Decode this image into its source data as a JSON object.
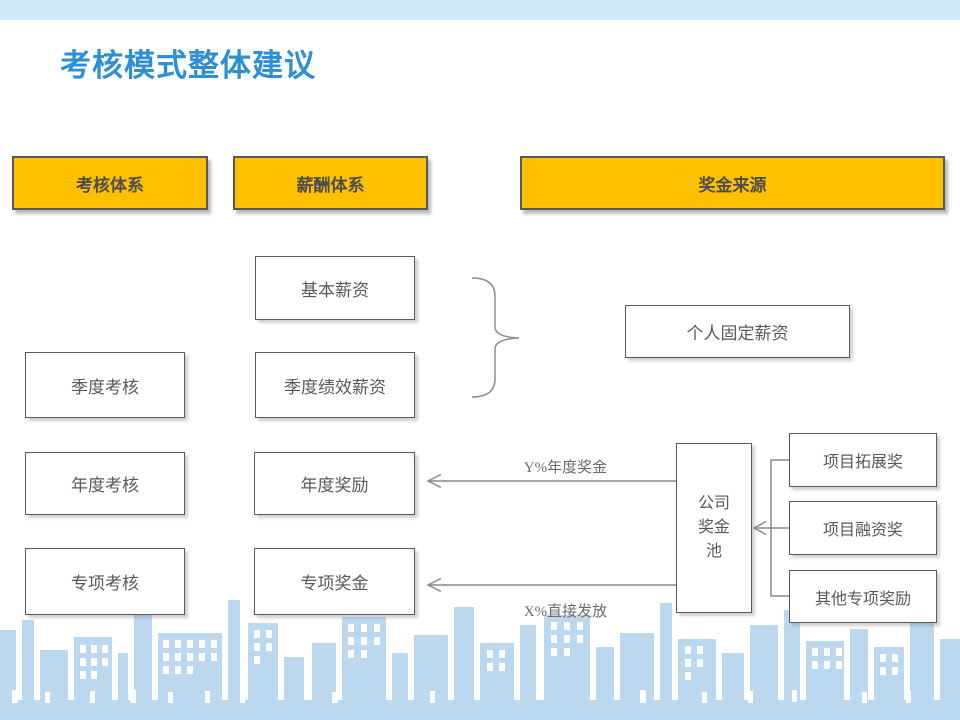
{
  "title": "考核模式整体建议",
  "headers": {
    "assessment": "考核体系",
    "compensation": "薪酬体系",
    "bonus_source": "奖金来源"
  },
  "boxes": {
    "base_salary": "基本薪资",
    "quarter_assessment": "季度考核",
    "quarter_perf_salary": "季度绩效薪资",
    "annual_assessment": "年度考核",
    "annual_reward": "年度奖励",
    "special_assessment": "专项考核",
    "special_bonus": "专项奖金",
    "personal_fixed_salary": "个人固定薪资",
    "company_bonus_pool": "公司\n奖金\n池",
    "project_expansion_award": "项目拓展奖",
    "project_financing_award": "项目融资奖",
    "other_special_award": "其他专项奖励"
  },
  "arrow_labels": {
    "annual": "Y%年度奖金",
    "direct": "X%直接发放"
  },
  "colors": {
    "title_blue": "#2E8FD5",
    "header_yellow": "#FFC000",
    "shape_border_gray": "#595959",
    "line_gray": "#8C8C8C",
    "skyline_blue": "#BCD8EF",
    "topbar_blue": "#CDE8F9"
  }
}
